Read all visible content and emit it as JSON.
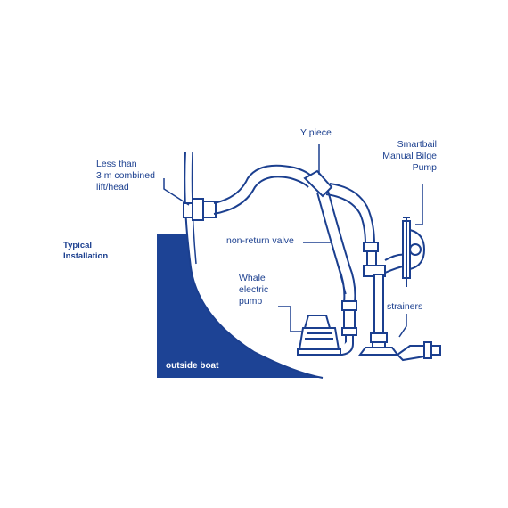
{
  "colors": {
    "ink": "#1b3f8f",
    "fill": "#1d4395",
    "background": "#ffffff"
  },
  "labels": {
    "less_than_1": "Less than",
    "less_than_2": "3 m combined",
    "less_than_3": "lift/head",
    "typical_1": "Typical",
    "typical_2": "Installation",
    "y_piece": "Y piece",
    "smartbail_1": "Smartbail",
    "smartbail_2": "Manual Bilge",
    "smartbail_3": "Pump",
    "non_return_valve": "non-return valve",
    "whale_1": "Whale",
    "whale_2": "electric",
    "whale_3": "pump",
    "strainers": "strainers",
    "outside_boat": "outside boat"
  }
}
